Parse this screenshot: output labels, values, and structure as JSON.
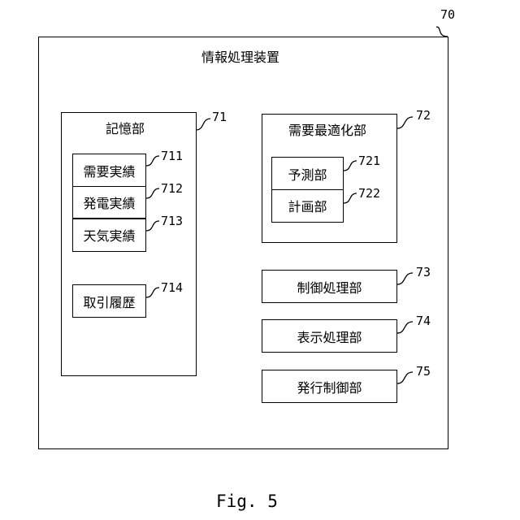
{
  "device": {
    "label": "情報処理装置",
    "ref": "70"
  },
  "storage": {
    "label": "記憶部",
    "ref": "71",
    "items": [
      {
        "label": "需要実績",
        "ref": "711"
      },
      {
        "label": "発電実績",
        "ref": "712"
      },
      {
        "label": "天気実績",
        "ref": "713"
      }
    ],
    "history": {
      "label": "取引履歴",
      "ref": "714"
    }
  },
  "optimizer": {
    "label": "需要最適化部",
    "ref": "72",
    "items": [
      {
        "label": "予測部",
        "ref": "721"
      },
      {
        "label": "計画部",
        "ref": "722"
      }
    ]
  },
  "control": {
    "label": "制御処理部",
    "ref": "73"
  },
  "display": {
    "label": "表示処理部",
    "ref": "74"
  },
  "issuing": {
    "label": "発行制御部",
    "ref": "75"
  },
  "caption": "Fig. 5"
}
